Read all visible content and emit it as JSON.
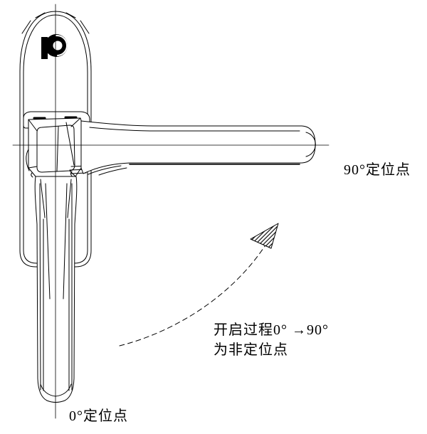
{
  "theme": {
    "background": "#ffffff",
    "line_color": "#000000",
    "text_color": "#000000"
  },
  "drawing": {
    "subject": "window handle rotation positions technical drawing",
    "logo_glyph": "p",
    "positions": {
      "label_90": "90°定位点",
      "label_0": "0°定位点"
    },
    "note": {
      "line1": "开启过程0° →90°",
      "line2": "为非定位点"
    }
  }
}
